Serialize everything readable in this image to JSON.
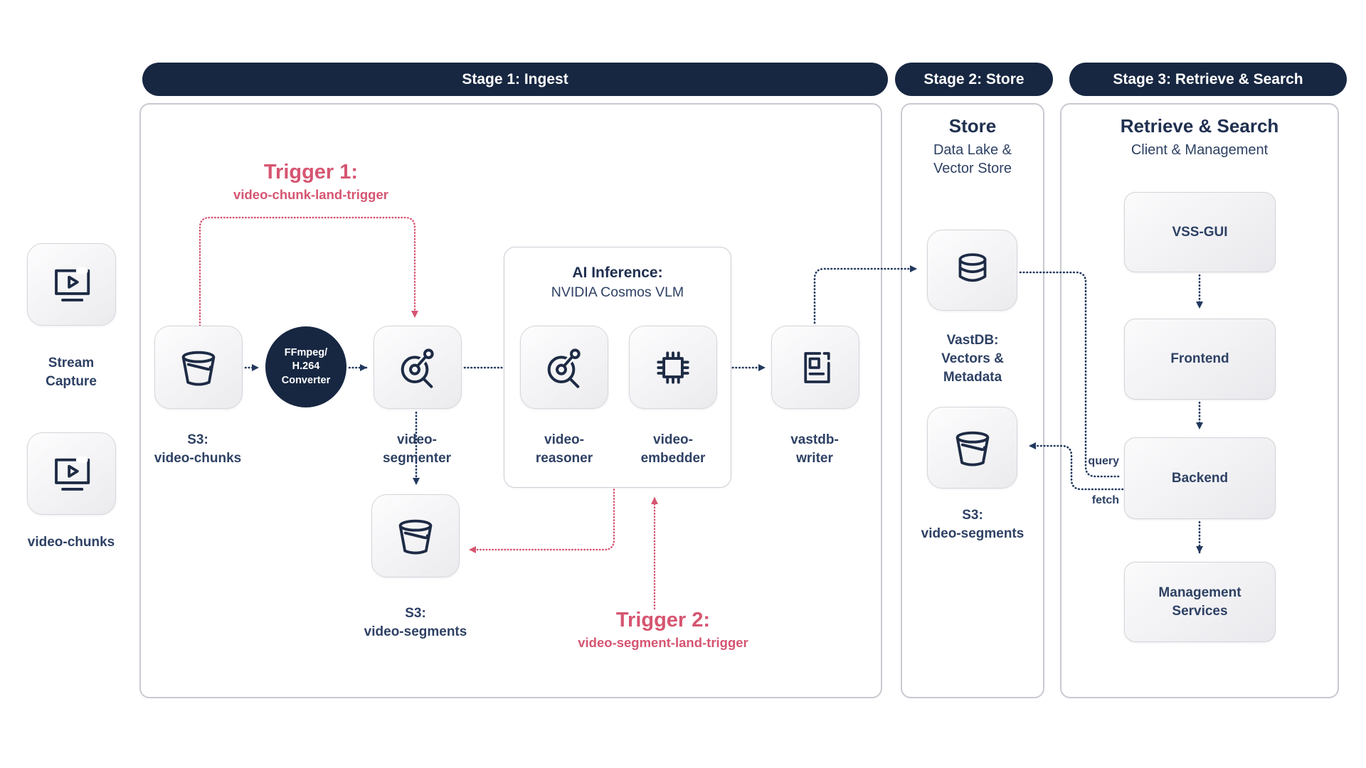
{
  "colors": {
    "navy": "#172742",
    "pink": "#d65571",
    "label": "#2e4164",
    "arrow": "#22395e"
  },
  "headers": {
    "stage1": "Stage 1: Ingest",
    "stage2": "Stage 2: Store",
    "stage3": "Stage 3: Retrieve & Search"
  },
  "left_sources": {
    "stream_capture": "Stream\nCapture",
    "video_chunks": "video-chunks"
  },
  "stage1": {
    "trigger1": {
      "title": "Trigger 1:",
      "subtitle": "video-chunk-land-trigger"
    },
    "trigger2": {
      "title": "Trigger 2:",
      "subtitle": "video-segment-land-trigger"
    },
    "s3_chunks": "S3:\nvideo-chunks",
    "ffmpeg": "FFmpeg/\nH.264\nConverter",
    "segmenter": "video-\nsegmenter",
    "ai_box": {
      "title": "AI Inference:",
      "subtitle": "NVIDIA Cosmos VLM"
    },
    "reasoner": "video-\nreasoner",
    "embedder": "video-\nembedder",
    "writer": "vastdb-\nwriter",
    "s3_segments": "S3:\nvideo-segments"
  },
  "stage2": {
    "title": "Store",
    "subtitle": "Data Lake &\nVector Store",
    "vastdb": "VastDB:\nVectors &\nMetadata",
    "s3_segments": "S3:\nvideo-segments"
  },
  "stage3": {
    "title": "Retrieve & Search",
    "subtitle": "Client & Management",
    "boxes": [
      "VSS-GUI",
      "Frontend",
      "Backend",
      "Management\nServices"
    ],
    "edge_labels": {
      "query": "query",
      "fetch": "fetch"
    }
  }
}
